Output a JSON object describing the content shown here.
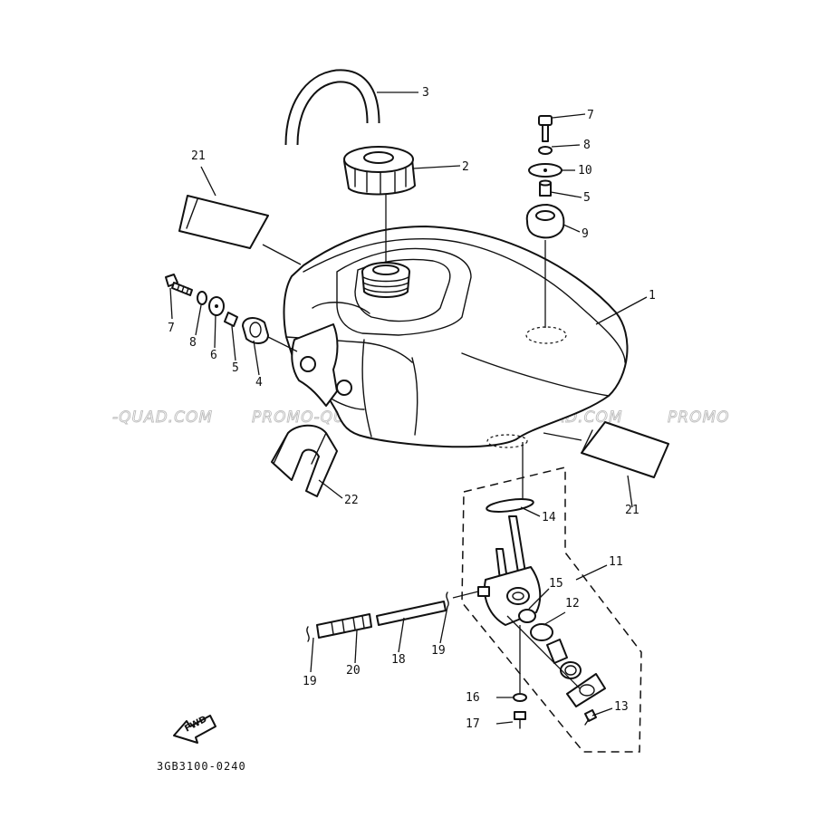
{
  "diagram": {
    "catalog_code": "3GB3100-0240",
    "fwd_label": "FWD",
    "watermark": [
      "-QUAD.COM",
      "PROMO-QUAD.COM",
      "PROMO-QUAD.COM",
      "PROMO"
    ],
    "callouts": {
      "c1": "1",
      "c2": "2",
      "c3": "3",
      "c4": "4",
      "c5a": "5",
      "c5b": "5",
      "c6": "6",
      "c7a": "7",
      "c7b": "7",
      "c8a": "8",
      "c8b": "8",
      "c9": "9",
      "c10": "10",
      "c11": "11",
      "c12": "12",
      "c13": "13",
      "c14": "14",
      "c15": "15",
      "c16": "16",
      "c17": "17",
      "c18": "18",
      "c19a": "19",
      "c19b": "19",
      "c20": "20",
      "c21a": "21",
      "c21b": "21",
      "c22": "22"
    }
  }
}
